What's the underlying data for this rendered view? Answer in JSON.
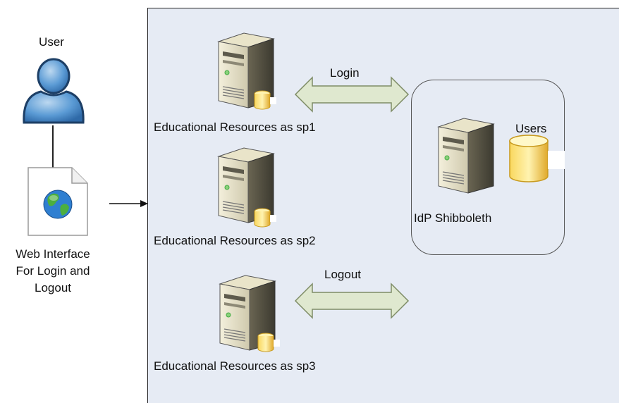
{
  "user": {
    "label": "User"
  },
  "web_interface": {
    "lines": [
      "Web Interface",
      "For Login and",
      "Logout"
    ]
  },
  "servers": [
    {
      "label": "Educational Resources as sp1"
    },
    {
      "label": "Educational Resources as sp2"
    },
    {
      "label": "Educational Resources as sp3"
    }
  ],
  "arrows": {
    "login": "Login",
    "logout": "Logout"
  },
  "idp": {
    "label": "IdP Shibboleth",
    "db_label": "Users"
  },
  "colors": {
    "panel": "#e6ebf4",
    "arrow_fill": "#dfe8cf",
    "user_blue": "#5b9bd5",
    "db_yellow": "#f5c842"
  }
}
